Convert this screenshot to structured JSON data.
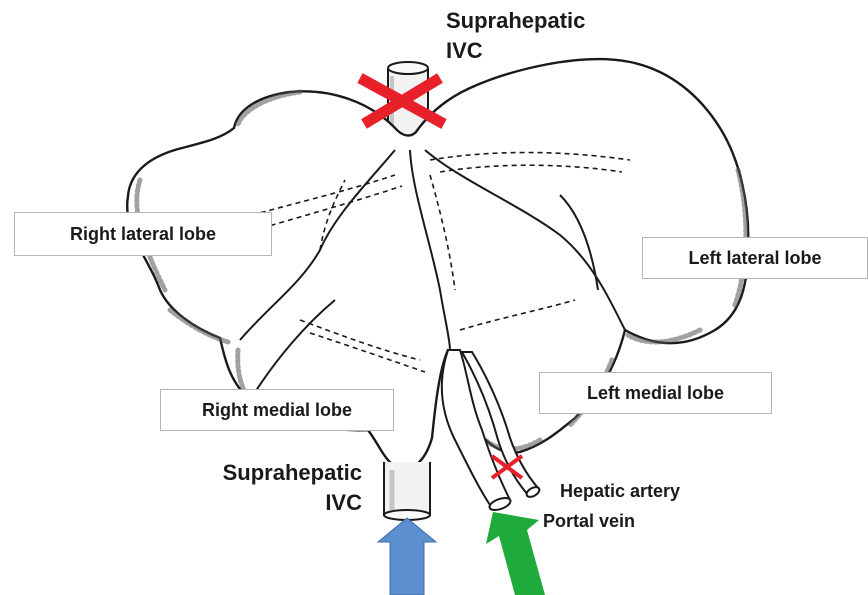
{
  "labels": {
    "suprahepatic_top_line1": "Suprahepatic",
    "suprahepatic_top_line2": "IVC",
    "right_lateral_lobe": "Right lateral lobe",
    "left_lateral_lobe": "Left lateral lobe",
    "right_medial_lobe": "Right medial lobe",
    "left_medial_lobe": "Left medial lobe",
    "suprahepatic_bottom_line1": "Suprahepatic",
    "suprahepatic_bottom_line2": "IVC",
    "hepatic_artery": "Hepatic artery",
    "portal_vein": "Portal vein"
  },
  "colors": {
    "ligation_cross": "#e8202a",
    "ivc_arrow": "#5b8fcf",
    "portal_arrow": "#1faa3c",
    "outline": "#1a1a1a",
    "shading": "#555555"
  },
  "icons": {
    "ligation_mark": "x-cross",
    "inflow_arrow": "arrow-up"
  }
}
